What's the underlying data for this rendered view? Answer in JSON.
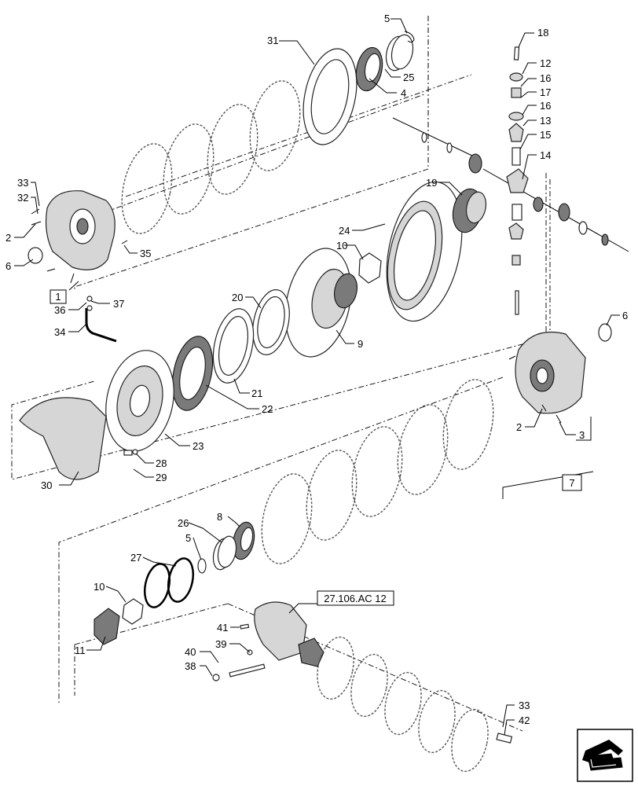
{
  "diagram": {
    "callouts": [
      "1",
      "2",
      "3",
      "4",
      "5",
      "6",
      "7",
      "8",
      "9",
      "10",
      "11",
      "12",
      "13",
      "14",
      "15",
      "16",
      "17",
      "18",
      "19",
      "20",
      "21",
      "22",
      "23",
      "24",
      "25",
      "26",
      "27",
      "28",
      "29",
      "30",
      "31",
      "32",
      "33",
      "34",
      "35",
      "36",
      "37",
      "38",
      "39",
      "40",
      "41",
      "42"
    ],
    "reference_label": "27.106.AC 12",
    "group_labels": {
      "box_1": "1",
      "box_7": "7"
    }
  },
  "icons": {
    "navigation": "arrow-navigation-icon"
  }
}
